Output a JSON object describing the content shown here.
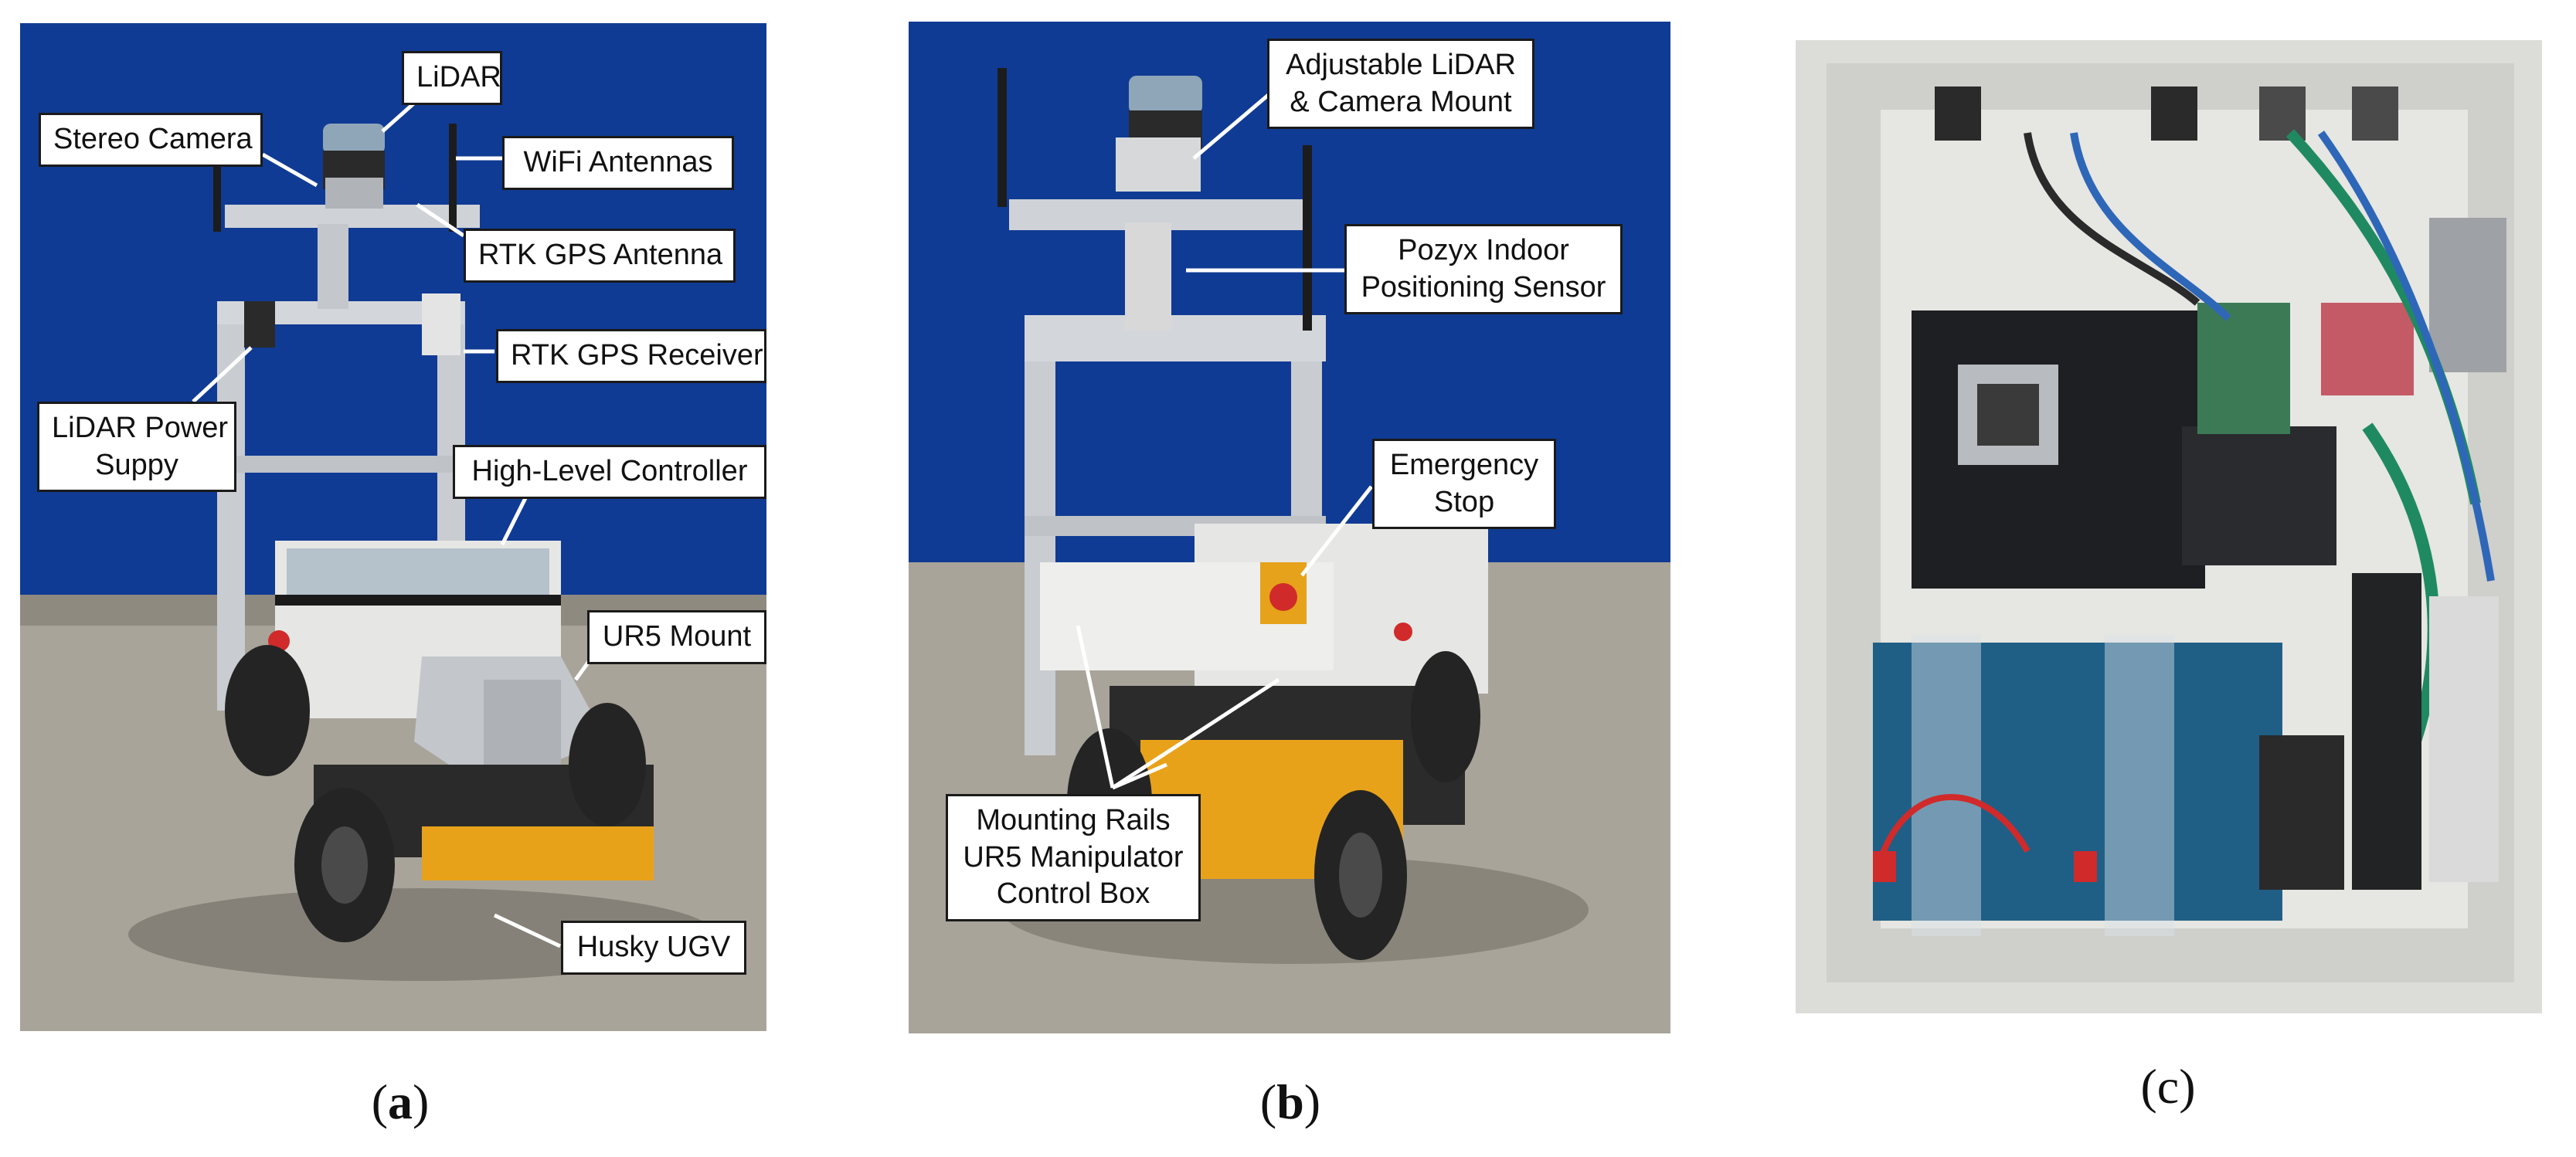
{
  "panels": [
    {
      "id": "a",
      "caption_open": "(",
      "caption_letter": "a",
      "caption_close": ")",
      "labels": {
        "lidar": "LiDAR",
        "stereo_camera": "Stereo Camera",
        "wifi_antennas": "WiFi Antennas",
        "rtk_gps_antenna": "RTK GPS Antenna",
        "rtk_gps_receiver": "RTK GPS Receiver",
        "lidar_power_line1": "LiDAR Power",
        "lidar_power_line2": "Suppy",
        "high_level_controller": "High-Level Controller",
        "ur5_mount": "UR5 Mount",
        "husky_ugv": "Husky UGV"
      }
    },
    {
      "id": "b",
      "caption_open": "(",
      "caption_letter": "b",
      "caption_close": ")",
      "labels": {
        "adjustable_line1": "Adjustable LiDAR",
        "adjustable_line2": "& Camera Mount",
        "pozyx_line1": "Pozyx Indoor",
        "pozyx_line2": "Positioning Sensor",
        "estop_line1": "Emergency",
        "estop_line2": "Stop",
        "rails_line1": "Mounting Rails",
        "rails_line2": "UR5 Manipulator",
        "rails_line3": "Control Box"
      }
    },
    {
      "id": "c",
      "caption_open": "(",
      "caption_letter": "c",
      "caption_close": ")"
    }
  ],
  "colors": {
    "backdrop_blue": "#123f9c",
    "floor_gray": "#a9a49a",
    "frame_silver": "#c9ccd0",
    "husky_yellow": "#e8a21a",
    "enclosure_gray": "#dcdcd8",
    "battery_blue": "#1f5f86"
  }
}
